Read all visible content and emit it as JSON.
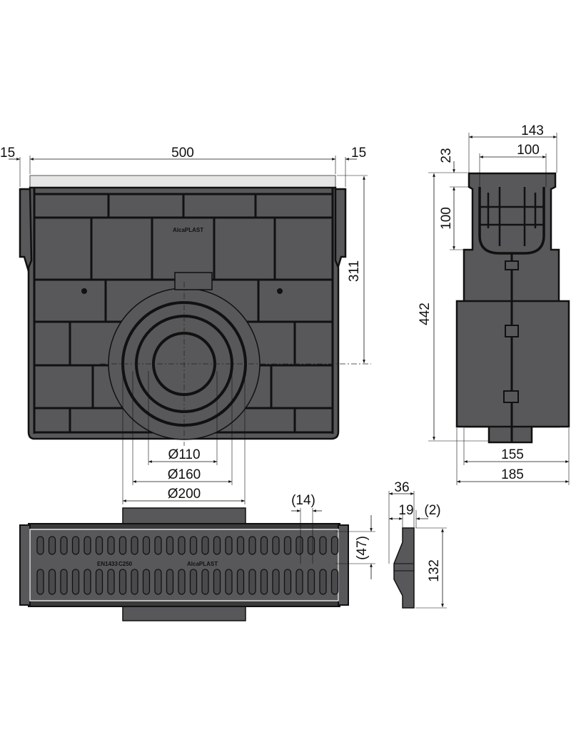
{
  "front_view": {
    "dim_width": "500",
    "dim_left_overhang": "15",
    "dim_right_overhang": "15",
    "dim_outlet_height": "311",
    "dim_d110": "Ø110",
    "dim_d160": "Ø160",
    "dim_d200": "Ø200",
    "logo_text": "AlcaPLAST"
  },
  "side_view": {
    "dim_top_width": "143",
    "dim_inner_width": "100",
    "dim_rim": "23",
    "dim_basket_depth": "100",
    "dim_height": "442",
    "dim_bottom_width": "155",
    "dim_body_width": "185"
  },
  "grate_view": {
    "dim_slot_pitch": "(14)",
    "dim_slot_length": "(47)",
    "marking_standard": "EN1433",
    "marking_class": "C250",
    "logo_text": "AlcaPLAST"
  },
  "grate_section": {
    "dim_total": "36",
    "dim_profile": "19",
    "dim_gap": "(2)",
    "dim_height": "132"
  },
  "colors": {
    "body": "#58585a",
    "cap": "#e6e6e6",
    "line": "#111111"
  }
}
